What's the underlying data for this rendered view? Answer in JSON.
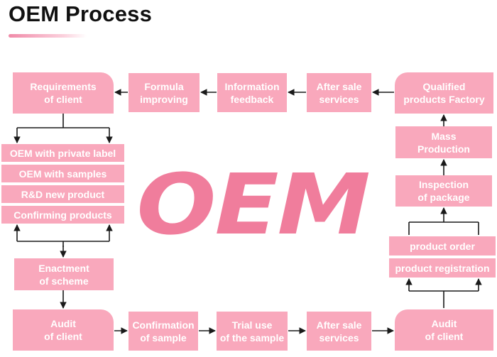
{
  "title": "OEM Process",
  "center_mark": "OEM",
  "top_row": [
    "Requirements\nof client",
    "Formula\nimproving",
    "Information\nfeedback",
    "After sale\nservices",
    "Qualified\nproducts Factory"
  ],
  "left_column": [
    "OEM with private label",
    "OEM with samples",
    "R&D new product",
    "Confirming products",
    "Enactment\nof scheme"
  ],
  "right_column": [
    "Mass\nProduction",
    "Inspection\nof package",
    "product order",
    "product registration"
  ],
  "bottom_row": [
    "Audit\nof client",
    "Confirmation\nof sample",
    "Trial use\nof the sample",
    "After sale\nservices",
    "Audit\nof client"
  ],
  "colors": {
    "box_fill": "#f9a8bc",
    "box_text": "#ffffff",
    "watermark": "#f07d9c",
    "arrow": "#1a1a1a"
  }
}
